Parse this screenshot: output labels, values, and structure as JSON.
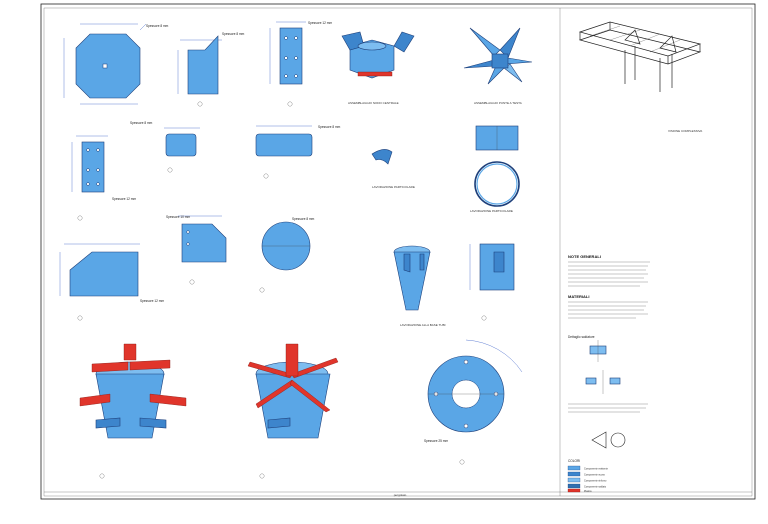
{
  "sheet": {
    "footer_label": "pergolato",
    "general_view_label": "VISIONE COMPLESSIVA"
  },
  "parts": {
    "top_octagon": {
      "thickness": "Spessore 8 mm"
    },
    "gusset_small": {
      "thickness": "Spessore 8 mm"
    },
    "plate_holes": {
      "thickness": "Spessore 12 mm"
    },
    "center_node": {
      "caption": "ASSEMBLAGGIO NODO CENTRALE"
    },
    "top_node": {
      "caption": "ASSEMBLAGGIO PUNTE A TESTA"
    },
    "plate_rect_small": {
      "thickness": "Spessore 8 mm"
    },
    "plate_rect_long": {
      "thickness": "Spessore 8 mm"
    },
    "plate_vertical": {
      "thickness": "Spessore 12 mm"
    },
    "plate_flag": {
      "thickness": "Spessore 12 mm"
    },
    "plate_trapezoid": {
      "thickness": "Spessore 10 mm"
    },
    "disc": {
      "thickness": "Spessore 8 mm"
    },
    "curved_part": {
      "caption": "LAVORAZIONE PARTICOLARE"
    },
    "tube_cut": {
      "caption": "LAVORAZIONE PARTICOLARE"
    },
    "cone_tube": {
      "caption": "LAVORAZIONE ALLA BASE TUBI"
    },
    "ring_flange": {
      "thickness": "Spessore 25 mm"
    }
  },
  "notes": {
    "title": "NOTE GENERALI",
    "materials_title": "MATERIALI",
    "welding_title": "Dettaglio saldature",
    "legend_title": "COLORI",
    "legend": [
      {
        "label": "Componente esistente",
        "color": "#5aa6e6"
      },
      {
        "label": "Componente nuovo",
        "color": "#3d85cc"
      },
      {
        "label": "Componente rinforzo",
        "color": "#7dbdf0"
      },
      {
        "label": "Componente saldato",
        "color": "#2f6fb0"
      },
      {
        "label": "Piastra",
        "color": "#e0352b"
      }
    ]
  }
}
